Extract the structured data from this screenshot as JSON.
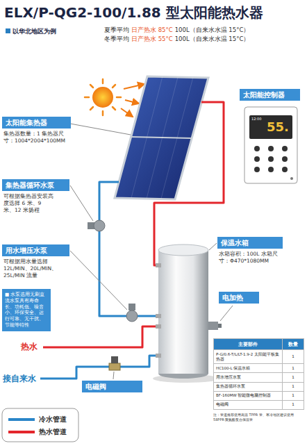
{
  "diagram": {
    "title": "ELX/P-QG2-100/1.88 型太阳能热水器",
    "nodes": [
      {
        "text": [
          "太阳能控制器"
        ]
      },
      {
        "text": [
          "太阳能集热器",
          "集热器数量：1 集热器尺寸：1004*2004*100MM"
        ]
      },
      {
        "text": [
          "集热器循环水泵",
          "可根据集热器安装高度选择 6 米、9 米、12 米扬程"
        ]
      },
      {
        "text": [
          "保温水箱",
          "水箱容积：100L 水箱尺寸：Φ470*1080MM"
        ]
      },
      {
        "text": [
          "用水增压水泵",
          "可根据用水量选择 12L/MIN、20L/MIN、25L/MIN 流量"
        ]
      },
      {
        "text": [
          "■ 水泵选用无刷直流水泵具有寿命长、功耗低、噪音小、环保安全、运行可靠、无干扰、节能等特性"
        ]
      },
      {
        "text": [
          "电加热"
        ]
      },
      {
        "text": [
          "电磁阀"
        ]
      }
    ],
    "labels": [
      "以华北地区为例",
      "夏季平均",
      "日产热水 85°C",
      "100L（自来水水温 15°C）",
      "冬季平均",
      "日产热水 55°C",
      "100L（自来水水温 15°C）",
      "12:00",
      "55.",
      "热水",
      "接自来水",
      "主要部件",
      "数量",
      "P-G/0.6-T/L/LT-1.9-2 太阳能平板集热器",
      "1",
      "HC100-L 保温水箱",
      "1",
      "用水增压水泵",
      "1",
      "集热器循环水泵",
      "1",
      "BF-160MW 智能微电脑控制器",
      "1",
      "电磁阀",
      "1",
      "注：管道推荐使用高温 TPPR 管、寒冷地区建议使用 58PPR 聚氨酯复合保温管"
    ],
    "legend": [
      {
        "text": "冷水管道"
      },
      {
        "text": "热水管道"
      }
    ]
  }
}
